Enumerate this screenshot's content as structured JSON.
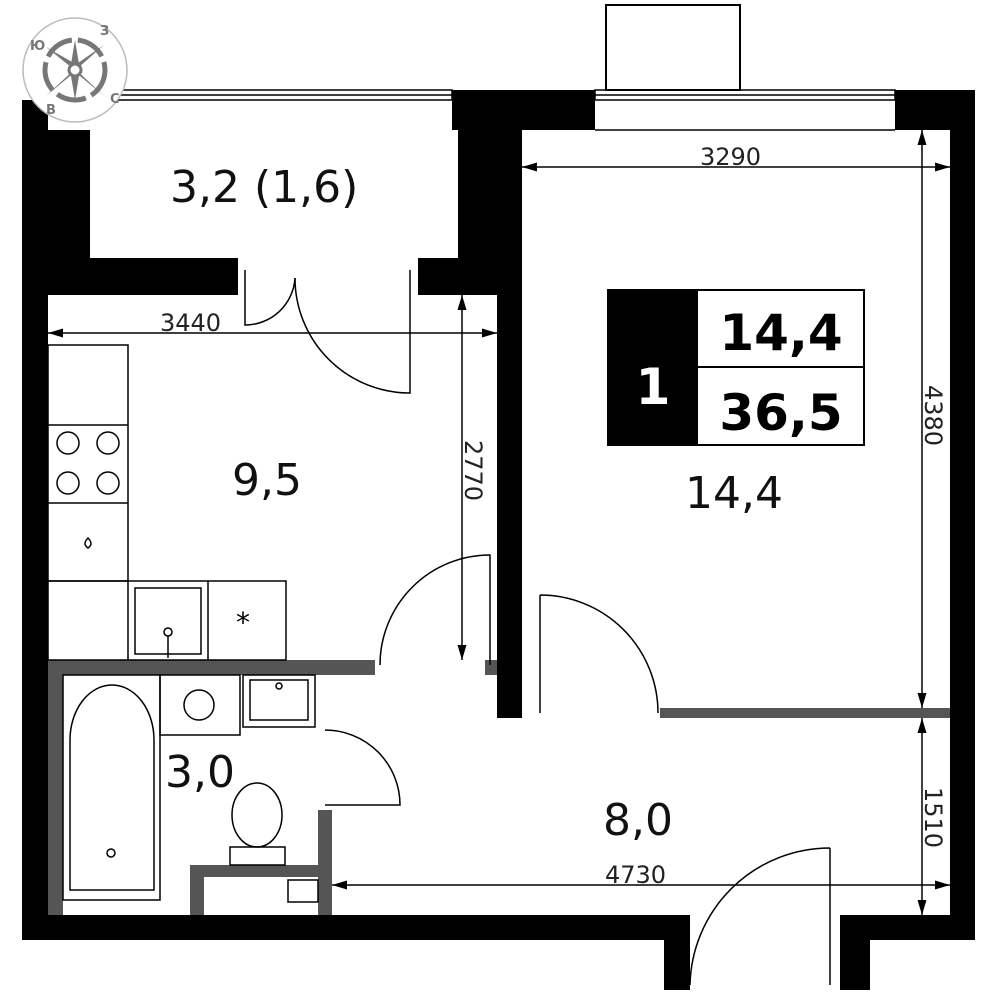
{
  "compass": {
    "labels": {
      "south": "Ю",
      "west": "З",
      "north": "С",
      "east": "В"
    }
  },
  "rooms": {
    "balcony": "3,2 (1,6)",
    "kitchen": "9,5",
    "bathroom": "3,0",
    "living_room": "14,4",
    "hallway": "8,0"
  },
  "dimensions": {
    "room_width": "3290",
    "kitchen_width": "3440",
    "kitchen_depth": "2770",
    "room_depth": "4380",
    "hall_depth": "1510",
    "hall_width": "4730"
  },
  "summary_badge": {
    "room_count": "1",
    "living_area": "14,4",
    "total_area": "36,5"
  },
  "colors": {
    "wall": "#000000",
    "partition": "#555555",
    "compass": "#777777"
  }
}
